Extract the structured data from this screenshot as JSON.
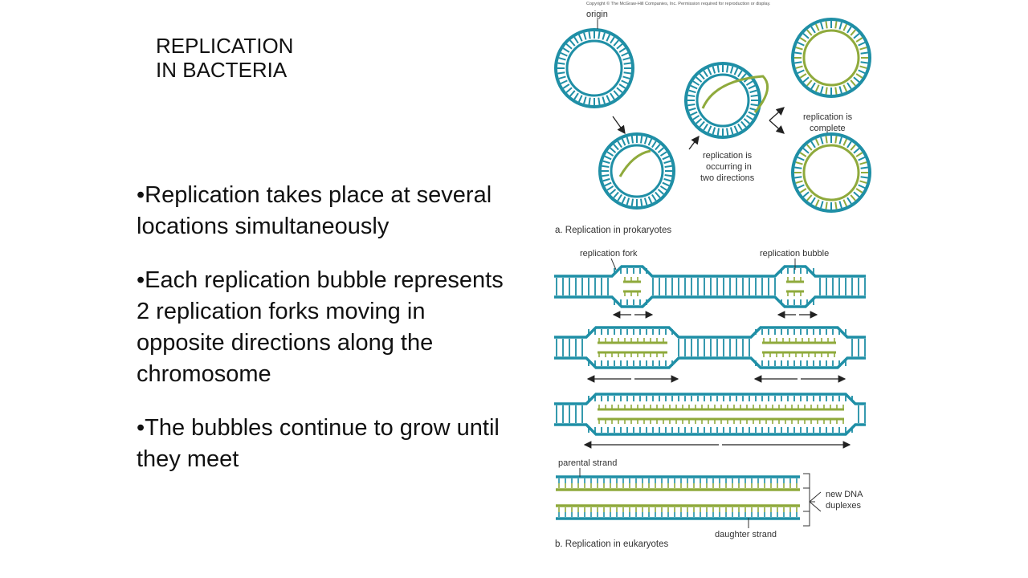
{
  "slide": {
    "title_line1": "REPLICATION",
    "title_line2": "IN BACTERIA",
    "bullets": [
      "•Replication takes place at several locations simultaneously",
      "•Each replication bubble represents 2 replication forks moving in opposite directions along the chromosome",
      "•The bubbles continue to grow until they meet"
    ]
  },
  "figure": {
    "copyright": "Copyright © The McGraw-Hill Companies, Inc. Permission required for reproduction or display.",
    "origin_label": "origin",
    "complete_label_1": "replication is",
    "complete_label_2": "complete",
    "two_dir_label_1": "replication is",
    "two_dir_label_2": "occurring in",
    "two_dir_label_3": "two directions",
    "caption_a": "a. Replication in prokaryotes",
    "fork_label": "replication fork",
    "bubble_label": "replication bubble",
    "parental_label": "parental strand",
    "new_dna_1": "new DNA",
    "new_dna_2": "duplexes",
    "daughter_label": "daughter strand",
    "caption_b": "b. Replication in eukaryotes",
    "colors": {
      "parental": "#1f8fa6",
      "daughter": "#8faa3c",
      "arrow": "#222222"
    }
  }
}
